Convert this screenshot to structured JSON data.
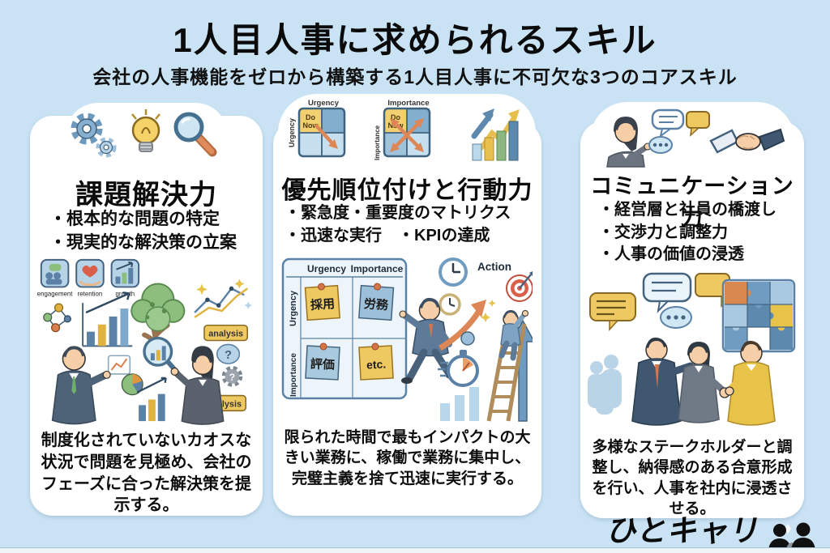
{
  "page": {
    "title": "1人目人事に求められるスキル",
    "subtitle": "会社の人事機能をゼロから構築する1人目人事に不可欠な3つのコアスキル"
  },
  "colors": {
    "background": "#c9e3f4",
    "card": "#ffffff",
    "accent_blue": "#6f9cc0",
    "accent_yellow": "#eec961",
    "accent_orange": "#dd8757",
    "accent_green": "#8cbf7d",
    "text": "#0d0d0d"
  },
  "logo": {
    "text": "ひとキャリ",
    "icon": "two-people-icon"
  },
  "cards": [
    {
      "title": "課題解決力",
      "icons": [
        "gears-icon",
        "lightbulb-icon",
        "magnifying-glass-icon"
      ],
      "bullets": [
        "・根本的な問題の特定",
        "・現実的な解決策の立案"
      ],
      "description": "制度化されていないカオスな状況で問題を見極め、会社のフェーズに合った解決策を提示する。",
      "scene": {
        "mini_labels": [
          "engagement",
          "retention",
          "growth"
        ],
        "tag1": "analysis",
        "tag2": "analysis",
        "question1": "?",
        "question2": "?"
      }
    },
    {
      "title": "優先順位付けと行動力",
      "icons": [
        "urgency-matrix-icon",
        "importance-matrix-icon",
        "growth-bars-icon"
      ],
      "bullets": [
        "・緊急度・重要度のマトリクス",
        "・迅速な実行　・KPIの達成"
      ],
      "description": "限られた時間で最もインパクトの大きい業務に、稼働で業務に集中し、完璧主義を捨て迅速に実行する。",
      "icon_labels": {
        "urgency": "Urgency",
        "importance": "Importance",
        "do": "Do",
        "now": "Now"
      },
      "scene": {
        "header_urgency": "Urgency",
        "header_importance": "Importance",
        "side_urgency": "Urgency",
        "side_importance": "Importance",
        "notes": [
          "採用",
          "労務",
          "評価",
          "etc."
        ],
        "action_label": "Action"
      }
    },
    {
      "title": "コミュニケーション力",
      "icons": [
        "speaker-woman-icon",
        "speech-bubbles-icon",
        "handshake-icon"
      ],
      "bullets": [
        "・経営層と社員の橋渡し",
        "・交渉力と調整力",
        "・人事の価値の浸透"
      ],
      "description": "多様なステークホルダーと調整し、納得感のある合意形成を行い、人事を社内に浸透させる。"
    }
  ]
}
